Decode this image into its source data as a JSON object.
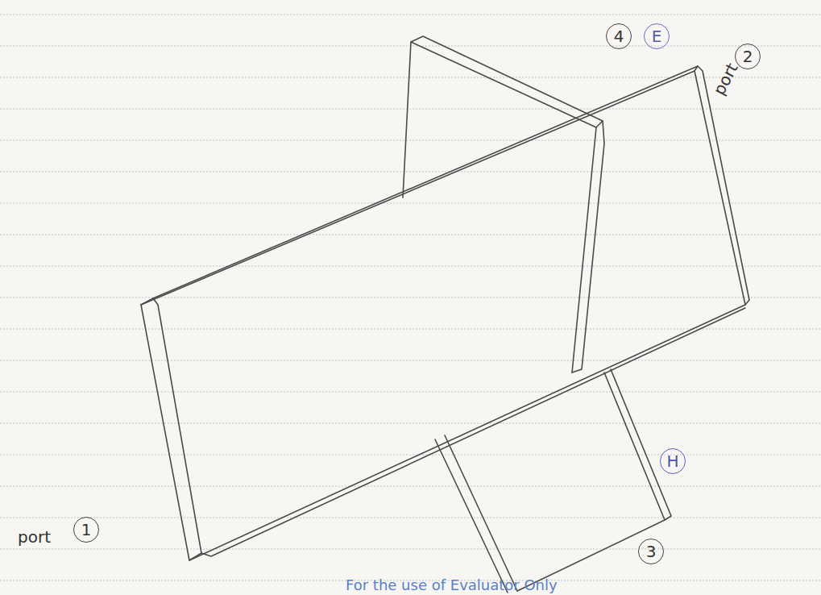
{
  "diagram": {
    "nodes": [
      {
        "text": [
          "4"
        ]
      },
      {
        "text": [
          "E"
        ]
      },
      {
        "text": [
          "2"
        ]
      },
      {
        "text": [
          "1"
        ]
      },
      {
        "text": [
          "H"
        ]
      },
      {
        "text": [
          "3"
        ]
      }
    ],
    "labels": [
      "port",
      "port",
      "For the use of Evaluator Only"
    ]
  }
}
